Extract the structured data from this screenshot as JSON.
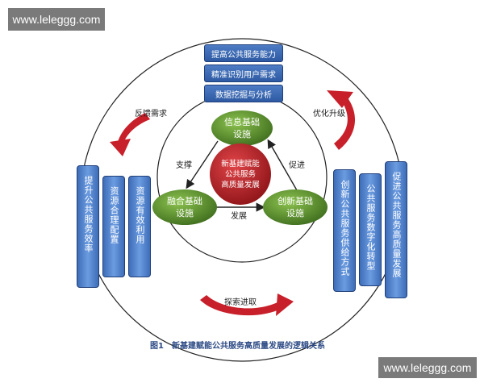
{
  "watermark": "www.leleggg.com",
  "top_boxes": [
    "提高公共服务能力",
    "精准识别用户需求",
    "数据挖掘与分析"
  ],
  "left_boxes": [
    "提升公共服务效率",
    "资源合理配置",
    "资源有效利用"
  ],
  "right_boxes": [
    "创新公共服务供给方式",
    "公共服务数字化转型",
    "促进公共服务高质量发展"
  ],
  "arrow_labels": {
    "feedback": "反馈需求",
    "optimize": "优化升级",
    "explore": "探索进取"
  },
  "nodes": {
    "info_l1": "信息基础",
    "info_l2": "设施",
    "fusion_l1": "融合基础",
    "fusion_l2": "设施",
    "innov_l1": "创新基础",
    "innov_l2": "设施",
    "center_l1": "新基建赋能",
    "center_l2": "公共服务",
    "center_l3": "高质量发展"
  },
  "edge_labels": {
    "support": "支撑",
    "promote": "促进",
    "develop": "发展"
  },
  "caption": "图1　新基建赋能公共服务高质量发展的逻辑关系",
  "colors": {
    "node_green": "#5a8a2e",
    "center_red": "#b8262a",
    "box_blue": "#3e6db8",
    "arrow_red": "#c8202a"
  }
}
